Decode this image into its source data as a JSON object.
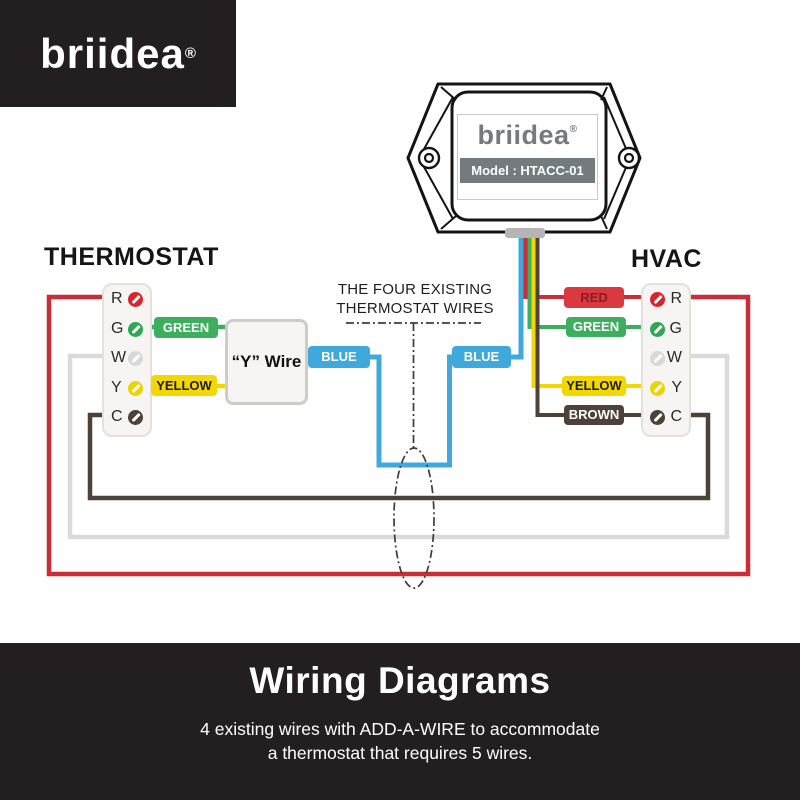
{
  "logo": {
    "text": "briidea",
    "reg": "®"
  },
  "device": {
    "brand": "briidea",
    "reg": "®",
    "model": "Model : HTACC-01"
  },
  "headings": {
    "left": "THERMOSTAT",
    "right": "HVAC"
  },
  "terminals": {
    "letters": [
      "R",
      "G",
      "W",
      "Y",
      "C"
    ]
  },
  "wire_labels": {
    "green_left": "GREEN",
    "yellow_left": "YELLOW",
    "blue_left": "BLUE",
    "blue_right": "BLUE",
    "red_right": "RED",
    "green_right": "GREEN",
    "yellow_right": "YELLOW",
    "brown_right": "BROWN"
  },
  "ywire_box_label": "“Y” Wire",
  "annotation": {
    "line1": "THE FOUR EXISTING",
    "line2": "THERMOSTAT WIRES"
  },
  "banner": {
    "title": "Wiring Diagrams",
    "subtitle_line1": "4 existing wires with ADD-A-WIRE to accommodate",
    "subtitle_line2": "a thermostat that requires 5 wires."
  },
  "colors": {
    "red_wire": "#cc2c35",
    "green_wire": "#3cae5e",
    "yellow_wire": "#f2d800",
    "blue_wire": "#3fa9dc",
    "brown_wire": "#4e4138",
    "gray_wire": "#dadada",
    "banner_bg": "#231f20",
    "device_gray": "#747b7f"
  }
}
